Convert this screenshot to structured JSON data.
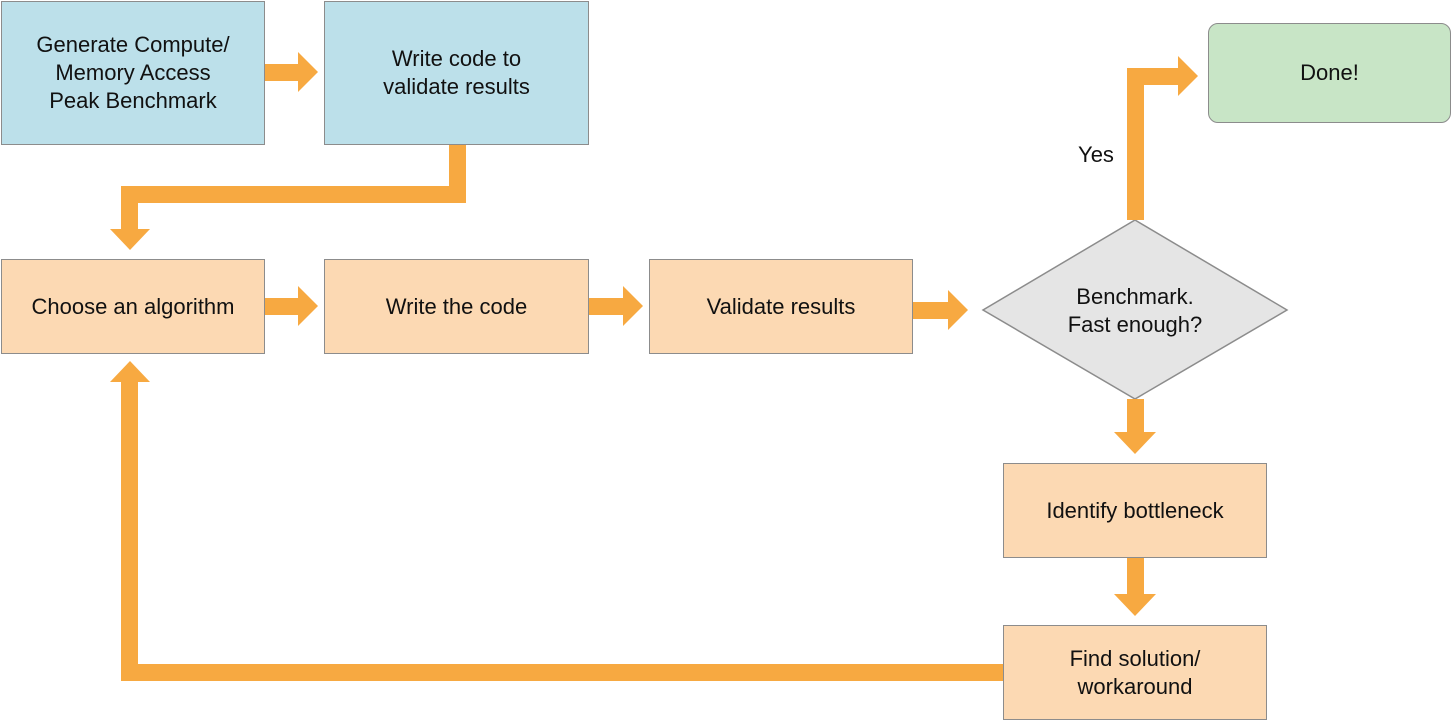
{
  "boxes": {
    "generate_benchmark": "Generate Compute/\nMemory Access\nPeak Benchmark",
    "write_validation_code": "Write code to\nvalidate results",
    "choose_algorithm": "Choose an algorithm",
    "write_code": "Write the code",
    "validate_results": "Validate results",
    "identify_bottleneck": "Identify bottleneck",
    "find_solution": "Find solution/\nworkaround",
    "done": "Done!"
  },
  "decision": {
    "label": "Benchmark.\nFast enough?",
    "yes_label": "Yes"
  },
  "colors": {
    "arrow": "#f7a941",
    "setup_box_fill": "#bce0ea",
    "process_box_fill": "#fcd9b3",
    "done_box_fill": "#c8e5c6",
    "decision_fill": "#e5e5e5",
    "border": "#8c8c8c"
  }
}
